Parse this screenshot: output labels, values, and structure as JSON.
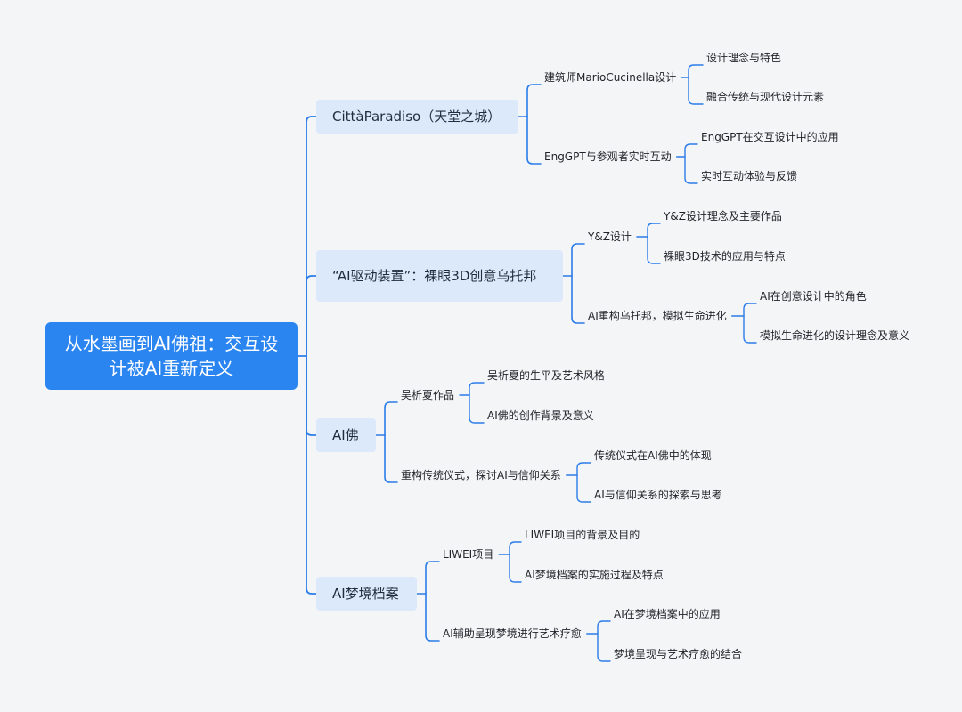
{
  "mindmap": {
    "root": {
      "text": "从水墨画到AI佛祖：交互设计被AI重新定义"
    },
    "branches": [
      {
        "text": "CittàParadiso（天堂之城）",
        "children": [
          {
            "text": "建筑师MarioCucinella设计",
            "children": [
              "设计理念与特色",
              "融合传统与现代设计元素"
            ]
          },
          {
            "text": "EngGPT与参观者实时互动",
            "children": [
              "EngGPT在交互设计中的应用",
              "实时互动体验与反馈"
            ]
          }
        ]
      },
      {
        "text": "“AI驱动装置”：裸眼3D创意乌托邦",
        "children": [
          {
            "text": "Y&Z设计",
            "children": [
              "Y&Z设计理念及主要作品",
              "裸眼3D技术的应用与特点"
            ]
          },
          {
            "text": "AI重构乌托邦，模拟生命进化",
            "children": [
              "AI在创意设计中的角色",
              "模拟生命进化的设计理念及意义"
            ]
          }
        ]
      },
      {
        "text": "AI佛",
        "children": [
          {
            "text": "吴析夏作品",
            "children": [
              "吴析夏的生平及艺术风格",
              "AI佛的创作背景及意义"
            ]
          },
          {
            "text": "重构传统仪式，探讨AI与信仰关系",
            "children": [
              "传统仪式在AI佛中的体现",
              "AI与信仰关系的探索与思考"
            ]
          }
        ]
      },
      {
        "text": "AI梦境档案",
        "children": [
          {
            "text": "LIWEI项目",
            "children": [
              "LIWEI项目的背景及目的",
              "AI梦境档案的实施过程及特点"
            ]
          },
          {
            "text": "AI辅助呈现梦境进行艺术疗愈",
            "children": [
              "AI在梦境档案中的应用",
              "梦境呈现与艺术疗愈的结合"
            ]
          }
        ]
      }
    ]
  },
  "colors": {
    "line": "#2b7de9",
    "root_fill": "#2b85f0",
    "branch_fill": "#dce9fb",
    "background": "#f4f5f7"
  }
}
